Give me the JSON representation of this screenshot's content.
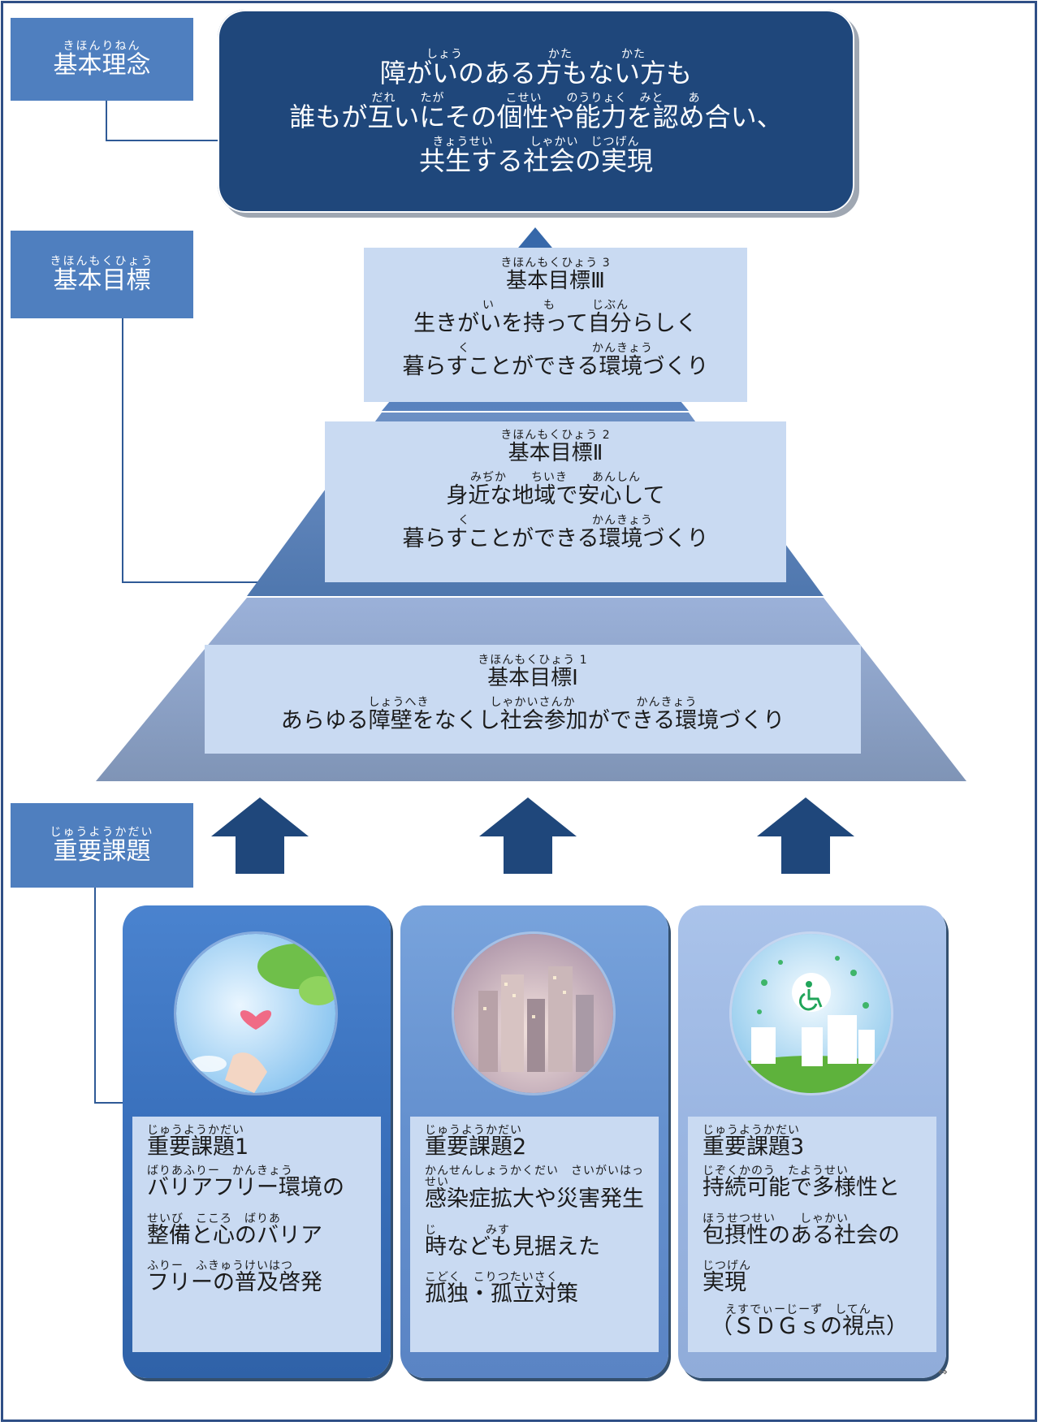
{
  "labels": {
    "philosophy": {
      "furigana": "きほんりねん",
      "text": "基本理念"
    },
    "goals": {
      "furigana": "きほんもくひょう",
      "text": "基本目標"
    },
    "issues": {
      "furigana": "じゅうようかだい",
      "text": "重要課題"
    }
  },
  "vision": {
    "ruby_1": "しょう　　　　　　　かた　　　　かた",
    "line_1": "障がいのある方もない方も",
    "ruby_2": "だれ　　たが　　　　　こせい　　のうりょく　みと　　あ",
    "line_2": "誰もが互いにその個性や能力を認め合い、",
    "ruby_3": "きょうせい　　　しゃかい　じつげん",
    "line_3": "共生する社会の実現"
  },
  "goals": [
    {
      "id": "goal_3",
      "small": "きほんもくひょう 3",
      "title": "基本目標Ⅲ",
      "ruby_1": "い　　　　も　　　じぶん",
      "line_1": "生きがいを持って自分らしく",
      "ruby_2": "く　　　　　　　　　　かんきょう",
      "line_2": "暮らすことができる環境づくり"
    },
    {
      "id": "goal_2",
      "small": "きほんもくひょう 2",
      "title": "基本目標Ⅱ",
      "ruby_1": "みぢか　　ちいき　　あんしん",
      "line_1": "身近な地域で安心して",
      "ruby_2": "く　　　　　　　　　　かんきょう",
      "line_2": "暮らすことができる環境づくり"
    },
    {
      "id": "goal_1",
      "small": "きほんもくひょう 1",
      "title": "基本目標Ⅰ",
      "ruby_1": "しょうへき　　　　　しゃかいさんか　　　　　かんきょう",
      "line_1": "あらゆる障壁をなくし社会参加ができる環境づくり"
    }
  ],
  "issues": [
    {
      "furigana": "じゅうようかだい",
      "title": "重要課題1",
      "lines": [
        {
          "ruby": "ばりあふりー　かんきょう",
          "text": "バリアフリー環境の"
        },
        {
          "ruby": "せいび　こころ　ばりあ",
          "text": "整備と心のバリア"
        },
        {
          "ruby": "ふりー　ふきゅうけいはつ",
          "text": "フリーの普及啓発"
        }
      ]
    },
    {
      "furigana": "じゅうようかだい",
      "title": "重要課題2",
      "lines": [
        {
          "ruby": "かんせんしょうかくだい　さいがいはっせい",
          "text": "感染症拡大や災害発生"
        },
        {
          "ruby": "じ　　　　みす",
          "text": "時なども見据えた"
        },
        {
          "ruby": "こどく　こりつたいさく",
          "text": "孤独・孤立対策"
        }
      ]
    },
    {
      "furigana": "じゅうようかだい",
      "title": "重要課題3",
      "lines": [
        {
          "ruby": "じぞくかのう　たようせい",
          "text": "持続可能で多様性と"
        },
        {
          "ruby": "ほうせつせい　　しゃかい",
          "text": "包摂性のある社会の"
        },
        {
          "ruby": "じつげん",
          "text": "実現"
        },
        {
          "ruby": "えすでぃーじーず　してん",
          "text": "（ＳＤＧｓの視点）"
        }
      ]
    }
  ],
  "icons": {
    "card_1": "heart-hand-nature-icon",
    "card_2": "city-lights-icon",
    "card_3": "wheelchair-city-icon"
  },
  "colors": {
    "label_box": "#4f7fbf",
    "vision": "#1f477b",
    "goal_box": "#c9daf2",
    "arrow": "#1f477b",
    "card_1": "#3c74bf",
    "card_2": "#6593d2",
    "card_3": "#9db7e3"
  }
}
